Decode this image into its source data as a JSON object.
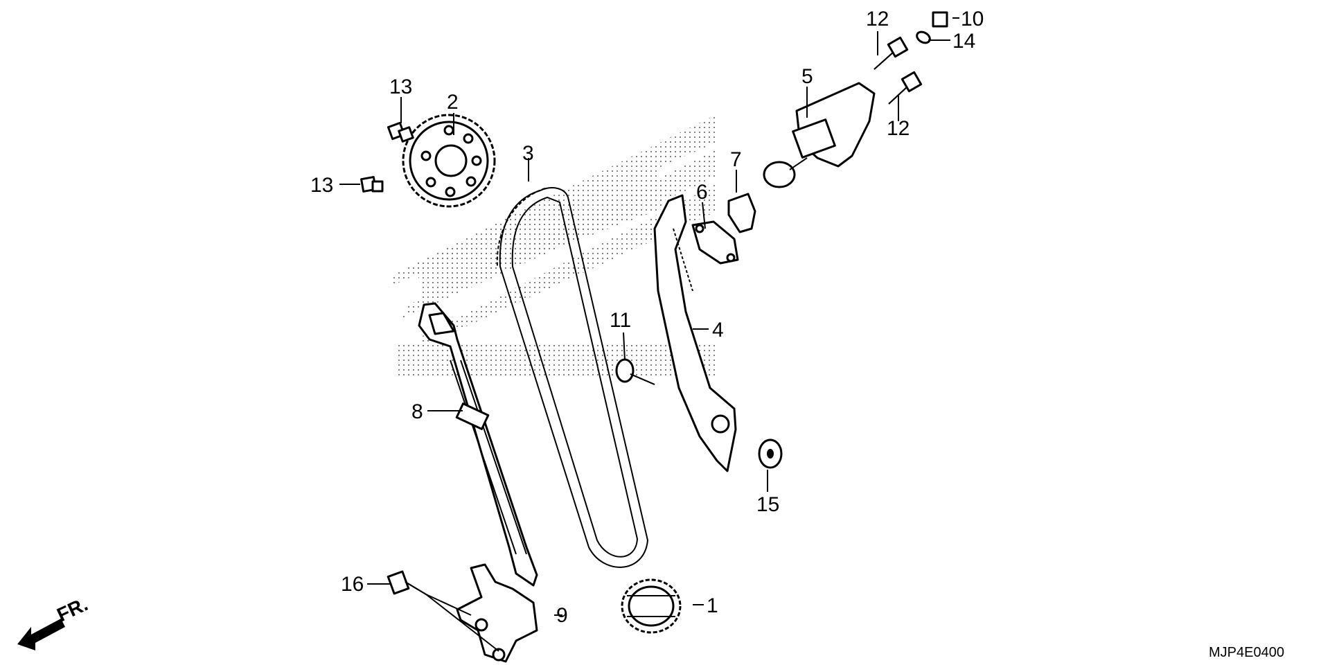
{
  "diagram_code": "MJP4E0400",
  "front_marker": "FR.",
  "callouts": {
    "c1": "1",
    "c2": "2",
    "c3": "3",
    "c4": "4",
    "c5": "5",
    "c6": "6",
    "c7": "7",
    "c8": "8",
    "c9": "9",
    "c10": "10",
    "c11": "11",
    "c12a": "12",
    "c12b": "12",
    "c13a": "13",
    "c13b": "13",
    "c14": "14",
    "c15": "15",
    "c16": "16"
  }
}
